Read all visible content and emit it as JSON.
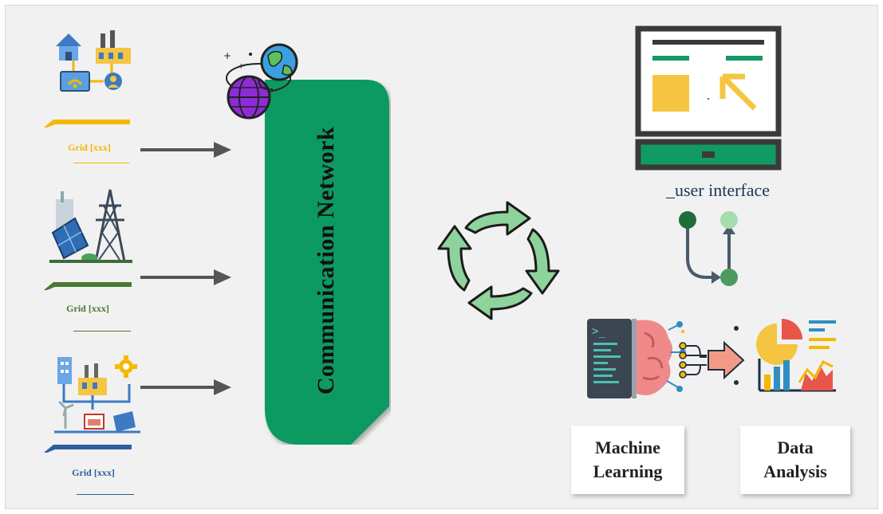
{
  "grids": [
    {
      "label": "Grid [xxx]",
      "color": "#f5b800",
      "icon": "smart-home-factory-icon"
    },
    {
      "label": "Grid [xxx]",
      "color": "#4a7a32",
      "icon": "solar-panel-pylon-icon"
    },
    {
      "label": "Grid [xxx]",
      "color": "#2e5f9e",
      "icon": "industrial-grid-icon"
    }
  ],
  "network": {
    "label": "Communication Network",
    "color": "#119a62",
    "icon": "globe-network-icon"
  },
  "cycle": {
    "icon": "refresh-cycle-icon",
    "color": "#7fcb8a"
  },
  "user_interface": {
    "label": "_user interface",
    "icon": "monitor-icon"
  },
  "analytics": {
    "ml_label_1": "Machine",
    "ml_label_2": "Learning",
    "da_label_1": "Data",
    "da_label_2": "Analysis"
  },
  "colors": {
    "background": "#f1f1f1",
    "accent_green": "#119a62",
    "arrow": "#555555",
    "ui_text": "#1f3554"
  }
}
